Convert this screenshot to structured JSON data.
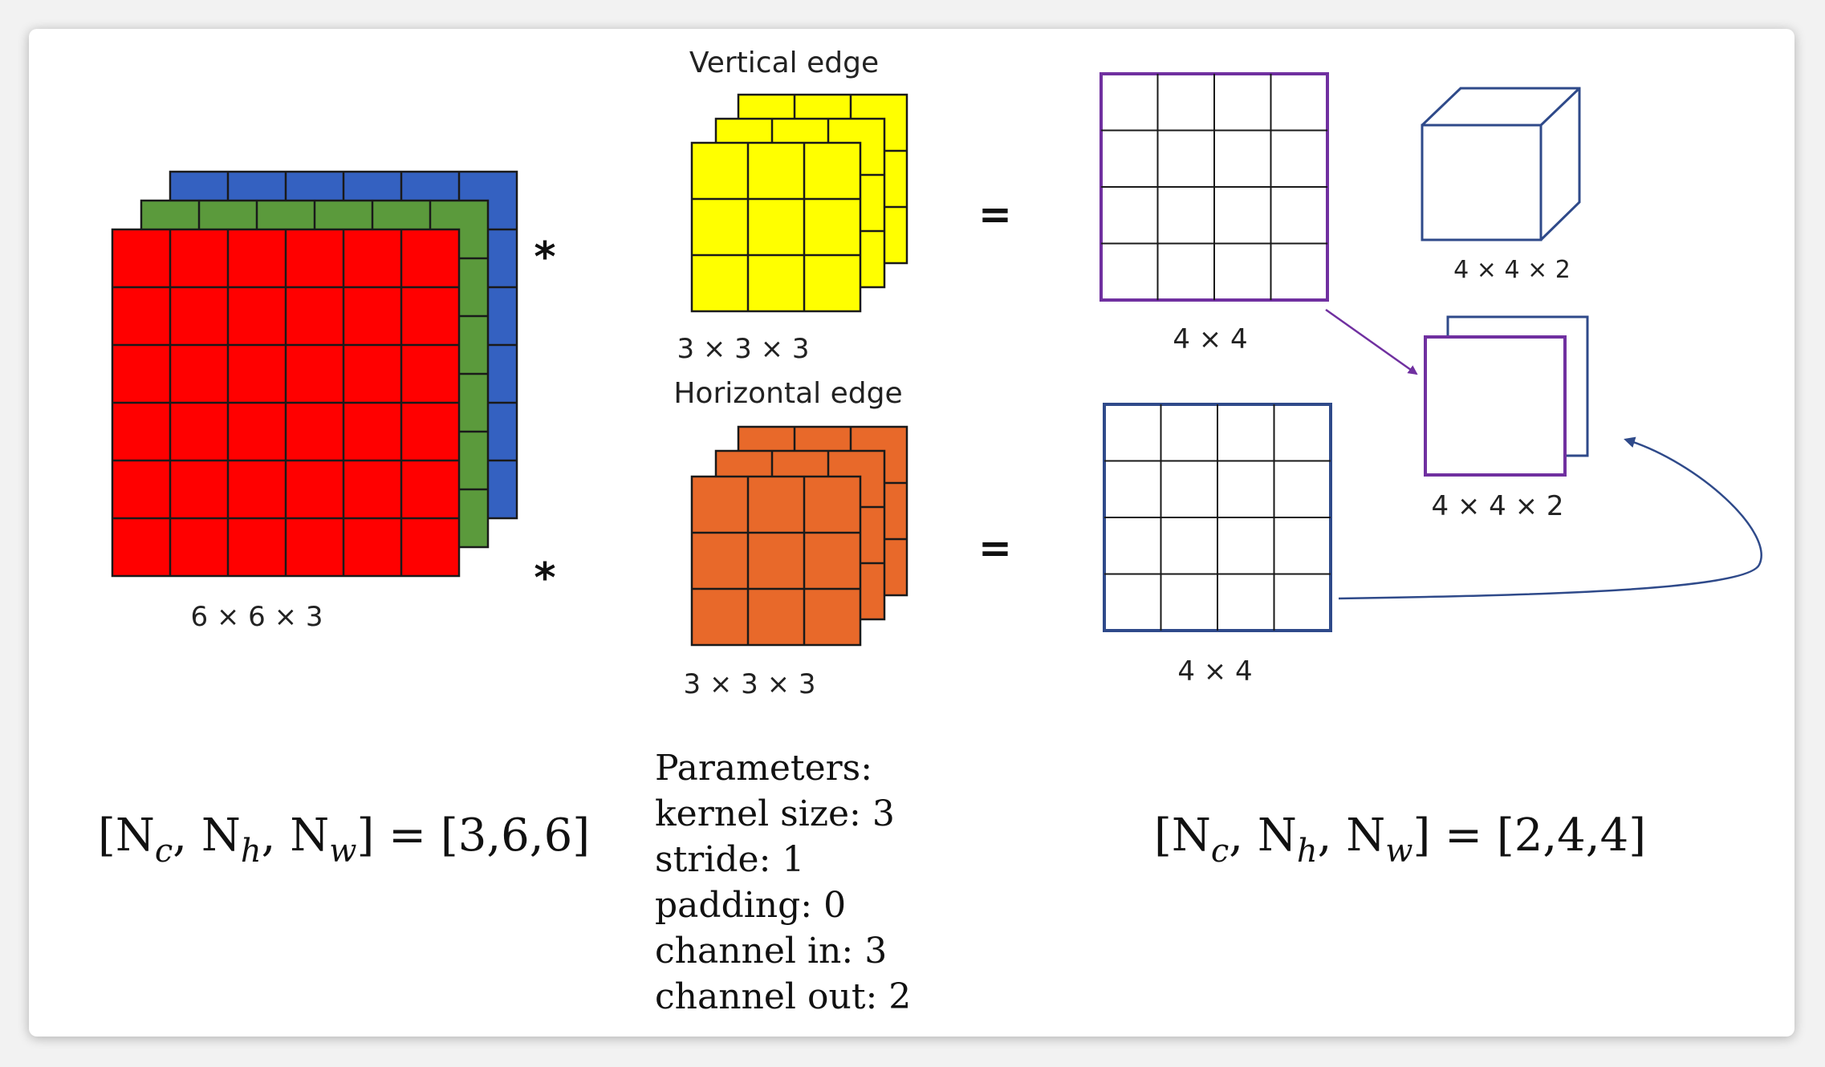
{
  "colors": {
    "red": "#ff0000",
    "green": "#5b9a3c",
    "blue": "#3461c1",
    "yellow": "#ffff00",
    "orange": "#e8692a",
    "purple": "#7030a0",
    "navy": "#2f4a8a"
  },
  "input": {
    "size_label": "6 × 6 × 3",
    "shape_eq": {
      "lhs": "[N",
      "c": "c",
      "h": "h",
      "w": "w",
      "rhs": "] = [3,6,6]"
    }
  },
  "operators": {
    "conv": "*",
    "equals": "="
  },
  "kernels": {
    "vertical": {
      "title": "Vertical edge",
      "size_label": "3 × 3 × 3"
    },
    "horizontal": {
      "title": "Horizontal edge",
      "size_label": "3 × 3 × 3"
    }
  },
  "outputs": {
    "map1_label": "4 × 4",
    "map2_label": "4 × 4",
    "cube_label": "4 × 4 × 2",
    "stack_label": "4 × 4 × 2",
    "shape_eq": {
      "lhs": "[N",
      "c": "c",
      "h": "h",
      "w": "w",
      "rhs": "] = [2,4,4]"
    }
  },
  "parameters": {
    "heading": "Parameters:",
    "lines": [
      "kernel size: 3",
      "stride: 1",
      "padding: 0",
      "channel in: 3",
      "channel out: 2"
    ]
  }
}
